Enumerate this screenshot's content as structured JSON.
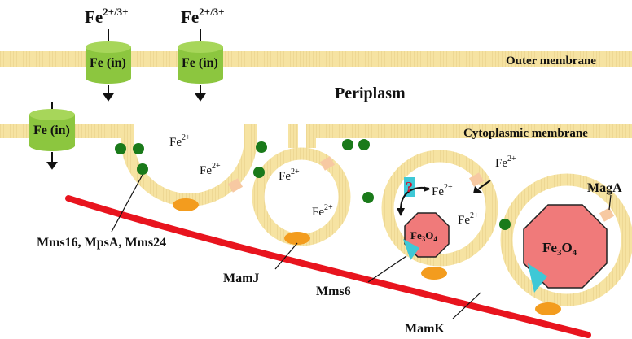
{
  "labels": {
    "fe_top_1": "Fe",
    "fe_top_1_sup": "2+/3+",
    "fe_top_2": "Fe",
    "fe_top_2_sup": "2+/3+",
    "fe_in_1": "Fe (in)",
    "fe_in_2": "Fe (in)",
    "fe_in_3": "Fe (in)",
    "outer_membrane": "Outer membrane",
    "periplasm": "Periplasm",
    "cytoplasmic_membrane": "Cytoplasmic membrane",
    "fe2_a": "Fe",
    "fe2_b": "Fe",
    "fe2_c": "Fe",
    "fe2_d": "Fe",
    "fe2_e": "Fe",
    "fe2_f": "Fe",
    "fe2_g": "Fe",
    "fe2_sup": "2+",
    "question_mark": "?",
    "magnetite_small": "Fe",
    "magnetite_small_sub1": "3",
    "magnetite_small_o": "O",
    "magnetite_small_sub2": "4",
    "magnetite_large": "Fe",
    "magnetite_large_sub1": "3",
    "magnetite_large_o": "O",
    "magnetite_large_sub2": "4",
    "maga": "MagA",
    "mms16_group": "Mms16, MpsA, Mms24",
    "mamj": "MamJ",
    "mms6": "Mms6",
    "mamk": "MamK"
  },
  "colors": {
    "membrane": "#f6e3a2",
    "membrane_line": "#e2c676",
    "transporter": "#8cc63f",
    "transporter_dark": "#6b9e2c",
    "green_dot": "#1a7a1a",
    "orange": "#f39c1e",
    "red_filament": "#e8141e",
    "magnetite": "#f07a7a",
    "cyan": "#3ec8d6",
    "peach": "#f7c9a2"
  }
}
